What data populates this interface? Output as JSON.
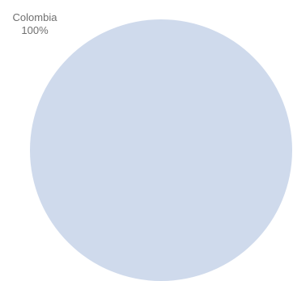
{
  "chart_data": {
    "type": "pie",
    "title": "",
    "slices": [
      {
        "label": "Colombia",
        "value": 100,
        "percent_label": "100%",
        "color": "#cfdaec"
      }
    ],
    "legend": "none"
  }
}
